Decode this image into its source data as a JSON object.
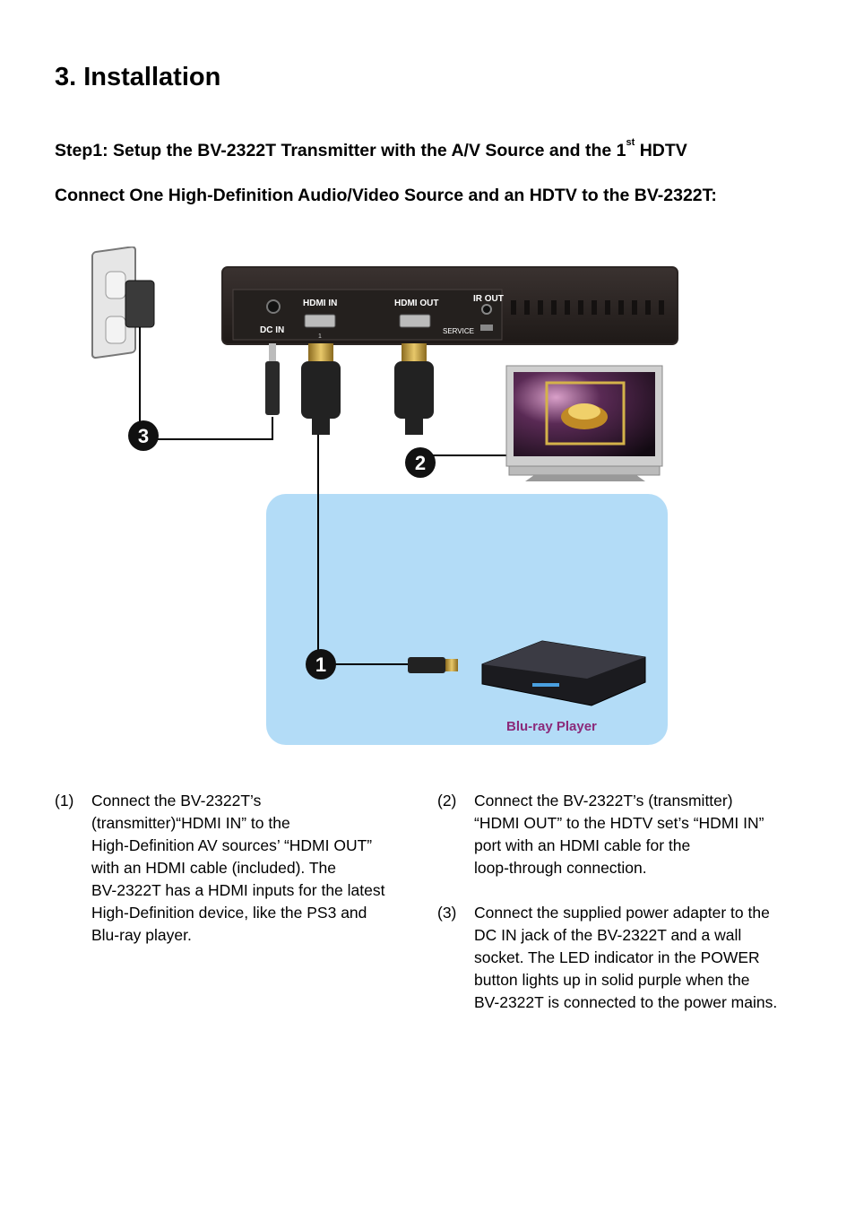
{
  "title": "3. Installation",
  "step1": {
    "prefix": "Step1: Setup the BV-2322T Transmitter with the A/V Source and the 1",
    "sup": "st",
    "suffix": " HDTV"
  },
  "subheading": "Connect One High-Definition Audio/Video Source and an HDTV to the BV-2322T:",
  "diagram": {
    "labels": {
      "dc_in": "DC IN",
      "hdmi_in": "HDMI IN",
      "hdmi_in_num": "1",
      "hdmi_out": "HDMI OUT",
      "ir_out": "IR OUT",
      "service": "SERVICE",
      "bluray": "Blu-ray Player"
    },
    "markers": {
      "one": "1",
      "two": "2",
      "three": "3"
    },
    "colors": {
      "panel": "#b3dcf7",
      "device": "#2b2523",
      "bluray_label": "#8b2a7a"
    }
  },
  "steps": [
    {
      "num": "(1)",
      "lines": [
        "Connect the BV-2322T’s",
        "(transmitter)“HDMI IN” to the",
        "High-Definition AV sources’ “HDMI OUT”",
        "with an HDMI cable (included). The",
        "BV-2322T has a HDMI inputs for the latest",
        "High-Definition device, like the PS3 and",
        "Blu-ray player."
      ]
    },
    {
      "num": "(2)",
      "lines": [
        "Connect the BV-2322T’s (transmitter)",
        "“HDMI OUT” to the HDTV set’s “HDMI IN”",
        "port with an HDMI cable for the",
        "loop-through connection."
      ]
    },
    {
      "num": "(3)",
      "lines": [
        "Connect the supplied power adapter to the",
        "DC IN jack of the BV-2322T and a wall",
        "socket. The LED indicator in the POWER",
        "button lights up in solid purple when the",
        "BV-2322T is connected to the power mains."
      ]
    }
  ]
}
